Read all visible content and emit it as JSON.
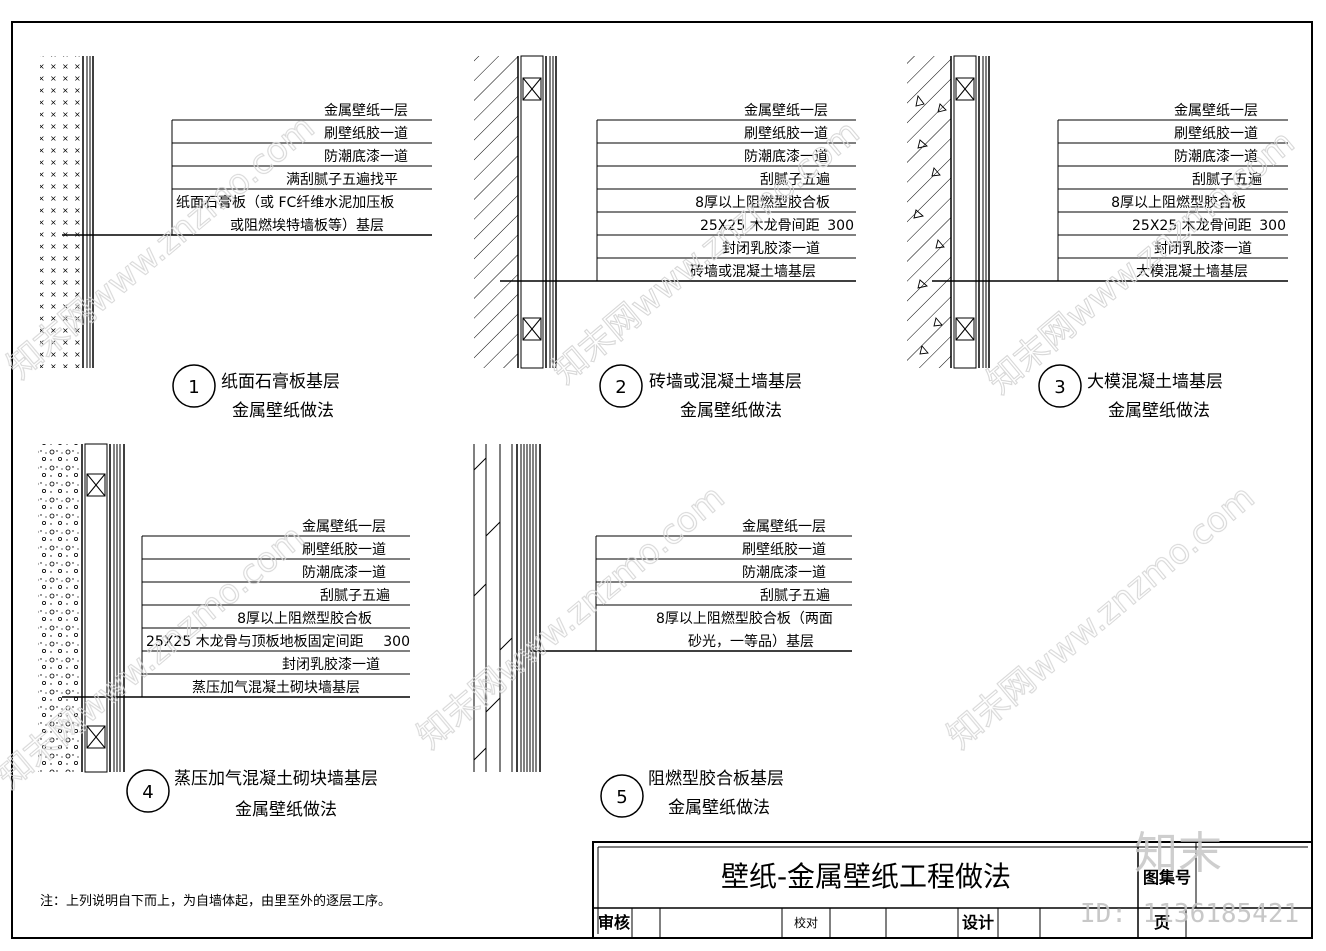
{
  "details": [
    {
      "number": "1",
      "caption_line1": "纸面石膏板基层",
      "caption_line2": "金属壁纸做法",
      "layers": [
        "金属壁纸一层",
        "刷壁纸胶一道",
        "防潮底漆一道",
        "满刮腻子五遍找平",
        "纸面石膏板（或      FC纤维水泥加压板",
        "或阻燃埃特墙板等）基层"
      ]
    },
    {
      "number": "2",
      "caption_line1": "砖墙或混凝土墙基层",
      "caption_line2": "金属壁纸做法",
      "layers": [
        "金属壁纸一层",
        "刷壁纸胶一道",
        "防潮底漆一道",
        "刮腻子五遍",
        "8厚以上阻燃型胶合板",
        "25X25 木龙骨间距",
        "300",
        "封闭乳胶漆一道",
        "砖墙或混凝土墙基层"
      ]
    },
    {
      "number": "3",
      "caption_line1": "大模混凝土墙基层",
      "caption_line2": "金属壁纸做法",
      "layers": [
        "金属壁纸一层",
        "刷壁纸胶一道",
        "防潮底漆一道",
        "刮腻子五遍",
        "8厚以上阻燃型胶合板",
        "25X25 木龙骨间距",
        "300",
        "封闭乳胶漆一道",
        "大模混凝土墙基层"
      ]
    },
    {
      "number": "4",
      "caption_line1": "蒸压加气混凝土砌块墙基层",
      "caption_line2": "金属壁纸做法",
      "layers": [
        "金属壁纸一层",
        "刷壁纸胶一道",
        "防潮底漆一道",
        "刮腻子五遍",
        "8厚以上阻燃型胶合板",
        "25X25 木龙骨与顶板地板固定间距",
        "300",
        "封闭乳胶漆一道",
        "蒸压加气混凝土砌块墙基层"
      ]
    },
    {
      "number": "5",
      "caption_line1": "阻燃型胶合板基层",
      "caption_line2": "金属壁纸做法",
      "layers": [
        "金属壁纸一层",
        "刷壁纸胶一道",
        "防潮底漆一道",
        "刮腻子五遍",
        "8厚以上阻燃型胶合板（两面",
        "砂光，一等品）基层"
      ]
    }
  ],
  "note": "注：上列说明自下而上，为自墙体起，由里至外的逐层工序。",
  "title_block": {
    "title": "壁纸-金属壁纸工程做法",
    "atlas_no_label": "图集号",
    "review_label": "审核",
    "check_label": "校对",
    "design_label": "设计",
    "page_label": "页"
  },
  "watermark": {
    "text": "知末网www.znzmo.com",
    "logo": "知末",
    "id": "ID: 1136185421"
  },
  "colors": {
    "line": "#000000",
    "background": "#ffffff",
    "watermark": "#d0d0d0"
  }
}
